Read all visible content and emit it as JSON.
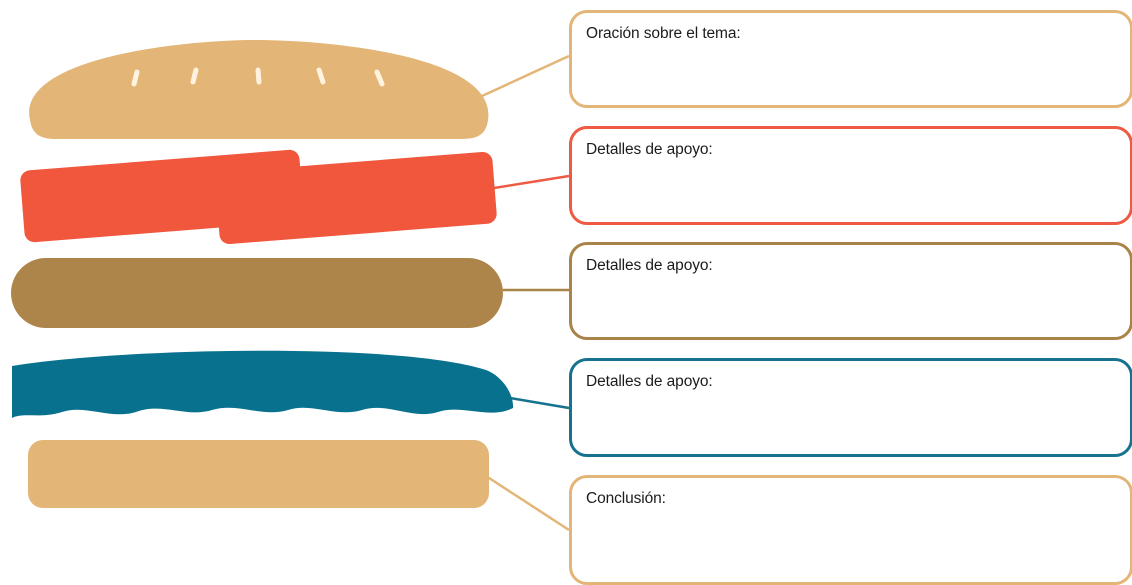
{
  "colors": {
    "bun": "#E3B577",
    "seed": "#FFF3E0",
    "tomato": "#F0573D",
    "tomato_border": "#EE5A43",
    "patty": "#AD854A",
    "patty_border": "#A98449",
    "lettuce": "#08718E",
    "lettuce_border": "#17728F"
  },
  "icons": {
    "top_bun": "top-bun-icon",
    "tomato": "tomato-slices-icon",
    "patty": "patty-icon",
    "lettuce": "lettuce-icon",
    "bottom_bun": "bottom-bun-icon"
  },
  "boxes": {
    "topic": {
      "label": "Oración sobre el tema:"
    },
    "detail1": {
      "label": "Detalles de apoyo:"
    },
    "detail2": {
      "label": "Detalles de apoyo:"
    },
    "detail3": {
      "label": "Detalles de apoyo:"
    },
    "conclusion": {
      "label": "Conclusión:"
    }
  }
}
